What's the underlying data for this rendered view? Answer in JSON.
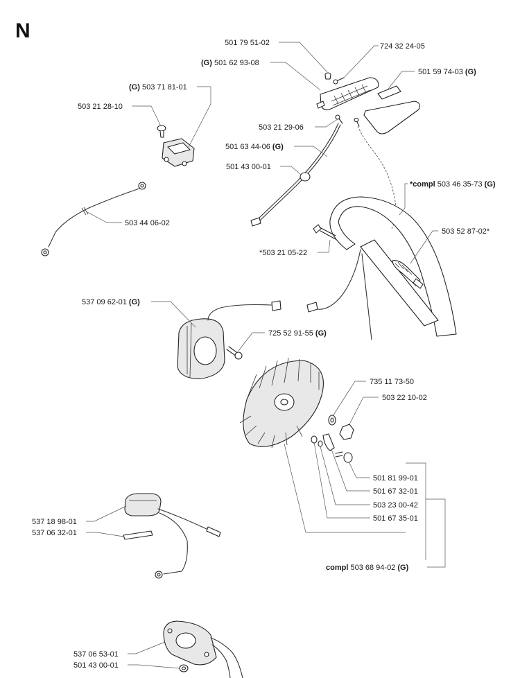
{
  "section_letter": "N",
  "parts": [
    {
      "id": "p1",
      "prefix": "",
      "number": "501 79 51-02",
      "suffix": ""
    },
    {
      "id": "p2",
      "prefix": "",
      "number": "724 32 24-05",
      "suffix": ""
    },
    {
      "id": "p3",
      "prefix": "(G)",
      "number": "501 62 93-08",
      "suffix": ""
    },
    {
      "id": "p4",
      "prefix": "",
      "number": "501 59 74-03",
      "suffix": "(G)"
    },
    {
      "id": "p5",
      "prefix": "(G)",
      "number": "503 71 81-01",
      "suffix": ""
    },
    {
      "id": "p6",
      "prefix": "",
      "number": "503 21 28-10",
      "suffix": ""
    },
    {
      "id": "p7",
      "prefix": "",
      "number": "503 21 29-06",
      "suffix": ""
    },
    {
      "id": "p8",
      "prefix": "",
      "number": "501 63 44-06",
      "suffix": "(G)"
    },
    {
      "id": "p9",
      "prefix": "",
      "number": "501 43 00-01",
      "suffix": ""
    },
    {
      "id": "p10",
      "prefix": "*compl",
      "number": "503 46 35-73",
      "suffix": "(G)"
    },
    {
      "id": "p11",
      "prefix": "",
      "number": "503 44 06-02",
      "suffix": ""
    },
    {
      "id": "p12",
      "prefix": "",
      "number": "503 52 87-02*",
      "suffix": ""
    },
    {
      "id": "p13",
      "prefix": "",
      "number": "*503 21 05-22",
      "suffix": ""
    },
    {
      "id": "p14",
      "prefix": "",
      "number": "537 09 62-01",
      "suffix": "(G)"
    },
    {
      "id": "p15",
      "prefix": "",
      "number": "725 52 91-55",
      "suffix": "(G)"
    },
    {
      "id": "p16",
      "prefix": "",
      "number": "735 11 73-50",
      "suffix": ""
    },
    {
      "id": "p17",
      "prefix": "",
      "number": "503 22 10-02",
      "suffix": ""
    },
    {
      "id": "p18",
      "prefix": "",
      "number": "501 81 99-01",
      "suffix": ""
    },
    {
      "id": "p19",
      "prefix": "",
      "number": "501 67 32-01",
      "suffix": ""
    },
    {
      "id": "p20",
      "prefix": "",
      "number": "503 23 00-42",
      "suffix": ""
    },
    {
      "id": "p21",
      "prefix": "",
      "number": "501 67 35-01",
      "suffix": ""
    },
    {
      "id": "p22",
      "prefix": "",
      "number": "537 18 98-01",
      "suffix": ""
    },
    {
      "id": "p23",
      "prefix": "",
      "number": "537 06 32-01",
      "suffix": ""
    },
    {
      "id": "p24",
      "prefix": "compl",
      "number": "503 68 94-02",
      "suffix": "(G)"
    },
    {
      "id": "p25",
      "prefix": "",
      "number": "537 06 53-01",
      "suffix": ""
    },
    {
      "id": "p26",
      "prefix": "",
      "number": "501 43 00-01",
      "suffix": ""
    }
  ]
}
